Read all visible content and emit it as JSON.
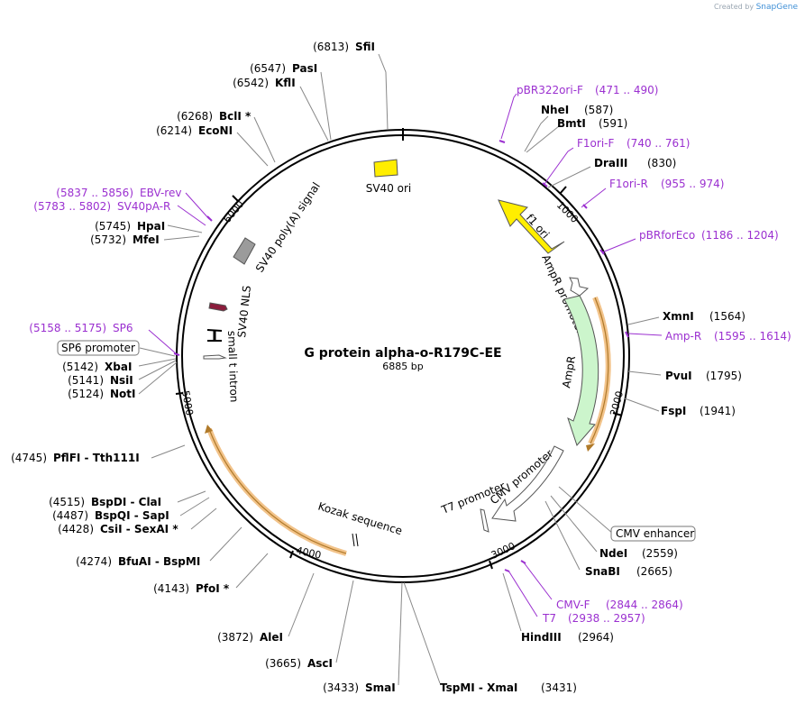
{
  "credit": {
    "prefix": "Created by",
    "brand": "SnapGene"
  },
  "plasmid": {
    "name": "G protein alpha-o-R179C-EE",
    "length": "6885 bp"
  },
  "ticks": [
    "1000",
    "2000",
    "3000",
    "4000",
    "5000",
    "6000"
  ],
  "features": [
    {
      "name": "SV40 ori"
    },
    {
      "name": "f1 ori"
    },
    {
      "name": "AmpR promoter"
    },
    {
      "name": "AmpR"
    },
    {
      "name": "CMV promoter"
    },
    {
      "name": "T7 promoter"
    },
    {
      "name": "Kozak sequence"
    },
    {
      "name": "small t intron"
    },
    {
      "name": "SV40 NLS"
    },
    {
      "name": "SV40 poly(A) signal"
    }
  ],
  "right_labels": [
    {
      "kind": "primer",
      "name": "pBR322ori-F",
      "pos": "(471 .. 490)"
    },
    {
      "kind": "site",
      "name": "NheI",
      "pos": "(587)"
    },
    {
      "kind": "site",
      "name": "BmtI",
      "pos": "(591)"
    },
    {
      "kind": "primer",
      "name": "F1ori-F",
      "pos": "(740 .. 761)"
    },
    {
      "kind": "site",
      "name": "DraIII",
      "pos": "(830)"
    },
    {
      "kind": "primer",
      "name": "F1ori-R",
      "pos": "(955 .. 974)"
    },
    {
      "kind": "primer",
      "name": "pBRforEco",
      "pos": "(1186 .. 1204)"
    },
    {
      "kind": "site",
      "name": "XmnI",
      "pos": "(1564)"
    },
    {
      "kind": "primer",
      "name": "Amp-R",
      "pos": "(1595 .. 1614)"
    },
    {
      "kind": "site",
      "name": "PvuI",
      "pos": "(1795)"
    },
    {
      "kind": "site",
      "name": "FspI",
      "pos": "(1941)"
    },
    {
      "kind": "boxed",
      "name": "CMV enhancer",
      "pos": ""
    },
    {
      "kind": "site",
      "name": "NdeI",
      "pos": "(2559)"
    },
    {
      "kind": "site",
      "name": "SnaBI",
      "pos": "(2665)"
    },
    {
      "kind": "primer",
      "name": "CMV-F",
      "pos": "(2844 .. 2864)"
    },
    {
      "kind": "primer",
      "name": "T7",
      "pos": "(2938 .. 2957)"
    },
    {
      "kind": "site",
      "name": "HindIII",
      "pos": "(2964)"
    },
    {
      "kind": "site",
      "name": "TspMI  - XmaI",
      "pos": "(3431)"
    }
  ],
  "left_labels": [
    {
      "kind": "site",
      "name": "SfiI",
      "pos": "(6813)"
    },
    {
      "kind": "site",
      "name": "PasI",
      "pos": "(6547)"
    },
    {
      "kind": "site",
      "name": "KflI",
      "pos": "(6542)"
    },
    {
      "kind": "site",
      "name": "BclI *",
      "pos": "(6268)"
    },
    {
      "kind": "site",
      "name": "EcoNI",
      "pos": "(6214)"
    },
    {
      "kind": "primer",
      "name": "EBV-rev",
      "pos": "(5837 .. 5856)"
    },
    {
      "kind": "primer",
      "name": "SV40pA-R",
      "pos": "(5783 .. 5802)"
    },
    {
      "kind": "site",
      "name": "HpaI",
      "pos": "(5745)"
    },
    {
      "kind": "site",
      "name": "MfeI",
      "pos": "(5732)"
    },
    {
      "kind": "primer",
      "name": "SP6",
      "pos": "(5158 .. 5175)"
    },
    {
      "kind": "boxed",
      "name": "SP6 promoter",
      "pos": ""
    },
    {
      "kind": "site",
      "name": "XbaI",
      "pos": "(5142)"
    },
    {
      "kind": "site",
      "name": "NsiI",
      "pos": "(5141)"
    },
    {
      "kind": "site",
      "name": "NotI",
      "pos": "(5124)"
    },
    {
      "kind": "site",
      "name": "PflFI  - Tth111I",
      "pos": "(4745)"
    },
    {
      "kind": "site",
      "name": "BspDI  - ClaI",
      "pos": "(4515)"
    },
    {
      "kind": "site",
      "name": "BspQI  - SapI",
      "pos": "(4487)"
    },
    {
      "kind": "site",
      "name": "CsiI  - SexAI *",
      "pos": "(4428)"
    },
    {
      "kind": "site",
      "name": "BfuAI  - BspMI",
      "pos": "(4274)"
    },
    {
      "kind": "site",
      "name": "PfoI *",
      "pos": "(4143)"
    },
    {
      "kind": "site",
      "name": "AleI",
      "pos": "(3872)"
    },
    {
      "kind": "site",
      "name": "AscI",
      "pos": "(3665)"
    },
    {
      "kind": "site",
      "name": "SmaI",
      "pos": "(3433)"
    }
  ],
  "colors": {
    "primer": "#9b30d0",
    "ori": "#ffee00",
    "ampr": "#ccf5cc",
    "orf": "#f2c38a",
    "polyA": "#9b9b9b",
    "nls": "#8b1c3c"
  }
}
